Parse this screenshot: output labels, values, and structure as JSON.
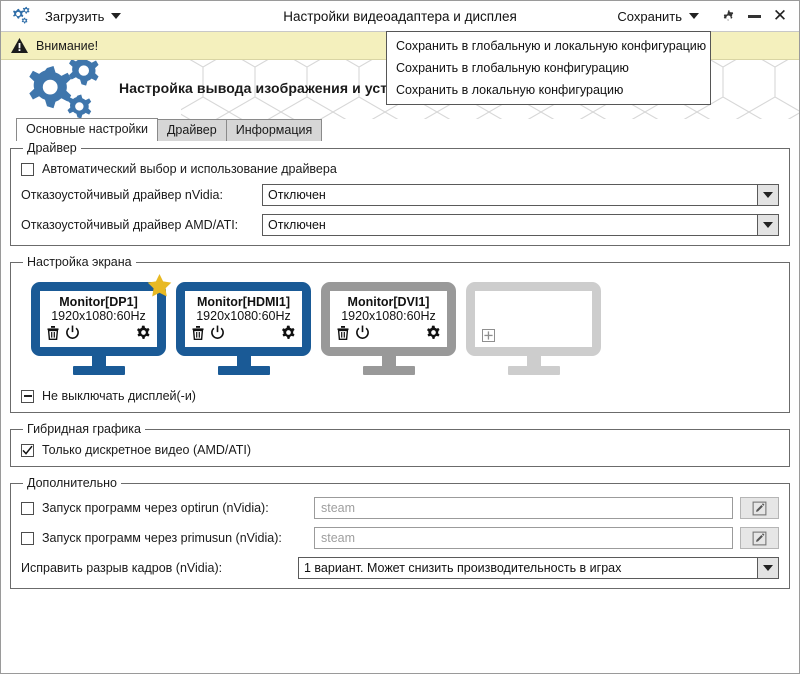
{
  "titlebar": {
    "app_icon": "gears-icon",
    "load_label": "Загрузить",
    "title": "Настройки видеоадаптера и дисплея",
    "save_label": "Сохранить",
    "settings_icon": "gear-icon",
    "minimize_icon": "minimize-icon",
    "close_icon": "close-icon"
  },
  "save_menu": {
    "items": [
      {
        "label": "Сохранить в глобальную и локальную конфигурацию"
      },
      {
        "label": "Сохранить в глобальную конфигурацию"
      },
      {
        "label": "Сохранить в локальную конфигурацию"
      }
    ]
  },
  "warning": {
    "icon": "warning-triangle-icon",
    "text": "Внимание!"
  },
  "banner": {
    "icon": "gears-icon",
    "text": "Настройка вывода изображения и установка драйвера видеокарты"
  },
  "tabs": [
    {
      "label": "Основные настройки",
      "active": true
    },
    {
      "label": "Драйвер",
      "active": false
    },
    {
      "label": "Информация",
      "active": false
    }
  ],
  "driver_group": {
    "legend": "Драйвер",
    "auto_checkbox": {
      "label": "Автоматический выбор и использование драйвера",
      "state": "unchecked"
    },
    "nvidia": {
      "label": "Отказоустойчивый драйвер nVidia:",
      "value": "Отключен"
    },
    "amd": {
      "label": "Отказоустойчивый драйвер AMD/ATI:",
      "value": "Отключен"
    }
  },
  "screen_group": {
    "legend": "Настройка экрана",
    "monitors": [
      {
        "name": "Monitor[DP1]",
        "resolution": "1920x1080:60Hz",
        "color": "#1a5a96",
        "primary": true,
        "placeholder": false
      },
      {
        "name": "Monitor[HDMI1]",
        "resolution": "1920x1080:60Hz",
        "color": "#1a5a96",
        "primary": false,
        "placeholder": false
      },
      {
        "name": "Monitor[DVI1]",
        "resolution": "1920x1080:60Hz",
        "color": "#999999",
        "primary": false,
        "placeholder": false
      },
      {
        "name": "",
        "resolution": "",
        "color": "#cdcdcd",
        "primary": false,
        "placeholder": true
      }
    ],
    "monitor_icons": {
      "delete": "trash-icon",
      "power": "power-icon",
      "settings": "gear-icon",
      "add": "plus-box-icon"
    },
    "keep_on_checkbox": {
      "label": "Не выключать дисплей(-и)",
      "state": "indeterminate"
    }
  },
  "hybrid_group": {
    "legend": "Гибридная графика",
    "discrete_checkbox": {
      "label": "Только дискретное видео (AMD/ATI)",
      "state": "checked"
    }
  },
  "extra_group": {
    "legend": "Дополнительно",
    "optirun": {
      "label": "Запуск программ через optirun (nVidia):",
      "state": "unchecked",
      "placeholder": "steam",
      "button_icon": "edit-icon"
    },
    "primusun": {
      "label": "Запуск программ через primusun (nVidia):",
      "state": "unchecked",
      "placeholder": "steam",
      "button_icon": "edit-icon"
    },
    "tearing": {
      "label": "Исправить разрыв кадров (nVidia):",
      "value": "1 вариант. Может снизить производительность в играх"
    }
  },
  "colors": {
    "accent_blue": "#1a5a96",
    "star_gold": "#e8b923",
    "warning_bg": "#f4f0bd",
    "gray_monitor": "#999999",
    "placeholder_monitor": "#cdcdcd"
  }
}
